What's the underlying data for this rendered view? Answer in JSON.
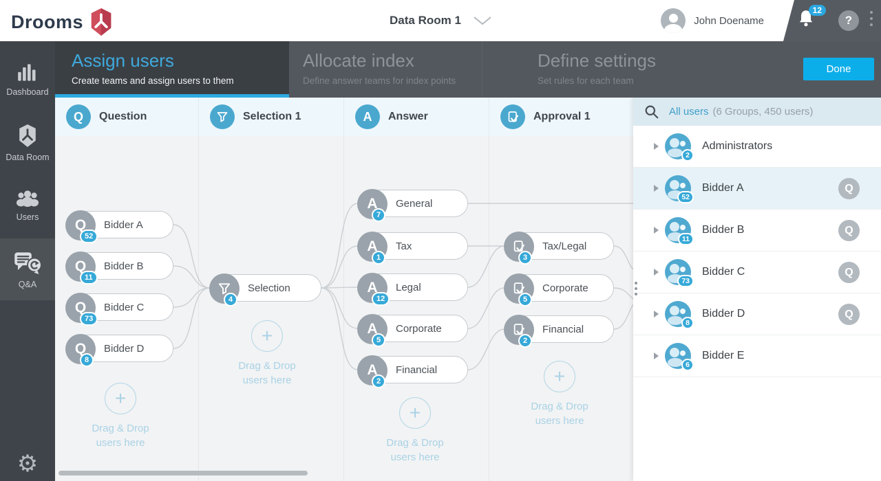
{
  "brand": {
    "name": "Drooms"
  },
  "topbar": {
    "room_selector": "Data Room 1",
    "user_name": "John Doename",
    "notification_count": "12",
    "help_glyph": "?"
  },
  "sidebar": {
    "items": [
      {
        "label": "Dashboard"
      },
      {
        "label": "Data Room"
      },
      {
        "label": "Users"
      },
      {
        "label": "Q&A"
      }
    ]
  },
  "steps": {
    "done_label": "Done",
    "tabs": [
      {
        "title": "Assign users",
        "subtitle": "Create teams and assign users to them"
      },
      {
        "title": "Allocate index",
        "subtitle": "Define answer teams for index points"
      },
      {
        "title": "Define settings",
        "subtitle": "Set rules for each team"
      }
    ]
  },
  "board": {
    "columns": [
      {
        "title": "Question"
      },
      {
        "title": "Selection 1"
      },
      {
        "title": "Answer"
      },
      {
        "title": "Approval 1"
      }
    ],
    "icons": {
      "question_letter": "Q",
      "answer_letter": "A",
      "plus_glyph": "+"
    },
    "dropzone": {
      "line1": "Drag & Drop",
      "line2": "users here"
    },
    "question_nodes": [
      {
        "label": "Bidder A",
        "count": "52"
      },
      {
        "label": "Bidder B",
        "count": "11"
      },
      {
        "label": "Bidder C",
        "count": "73"
      },
      {
        "label": "Bidder D",
        "count": "8"
      }
    ],
    "selection_node": {
      "label": "Selection",
      "count": "4"
    },
    "answer_nodes": [
      {
        "label": "General",
        "count": "7"
      },
      {
        "label": "Tax",
        "count": "1"
      },
      {
        "label": "Legal",
        "count": "12"
      },
      {
        "label": "Corporate",
        "count": "5"
      },
      {
        "label": "Financial",
        "count": "2"
      }
    ],
    "approval_nodes": [
      {
        "label": "Tax/Legal",
        "count": "3"
      },
      {
        "label": "Corporate",
        "count": "5"
      },
      {
        "label": "Financial",
        "count": "2"
      }
    ]
  },
  "panel": {
    "search_label": "All users",
    "search_meta": "(6 Groups, 450 users)",
    "q_badge": "Q",
    "groups": [
      {
        "name": "Administrators",
        "count": "2"
      },
      {
        "name": "Bidder A",
        "count": "52"
      },
      {
        "name": "Bidder B",
        "count": "11"
      },
      {
        "name": "Bidder C",
        "count": "73"
      },
      {
        "name": "Bidder D",
        "count": "8"
      },
      {
        "name": "Bidder E",
        "count": "6"
      }
    ]
  }
}
